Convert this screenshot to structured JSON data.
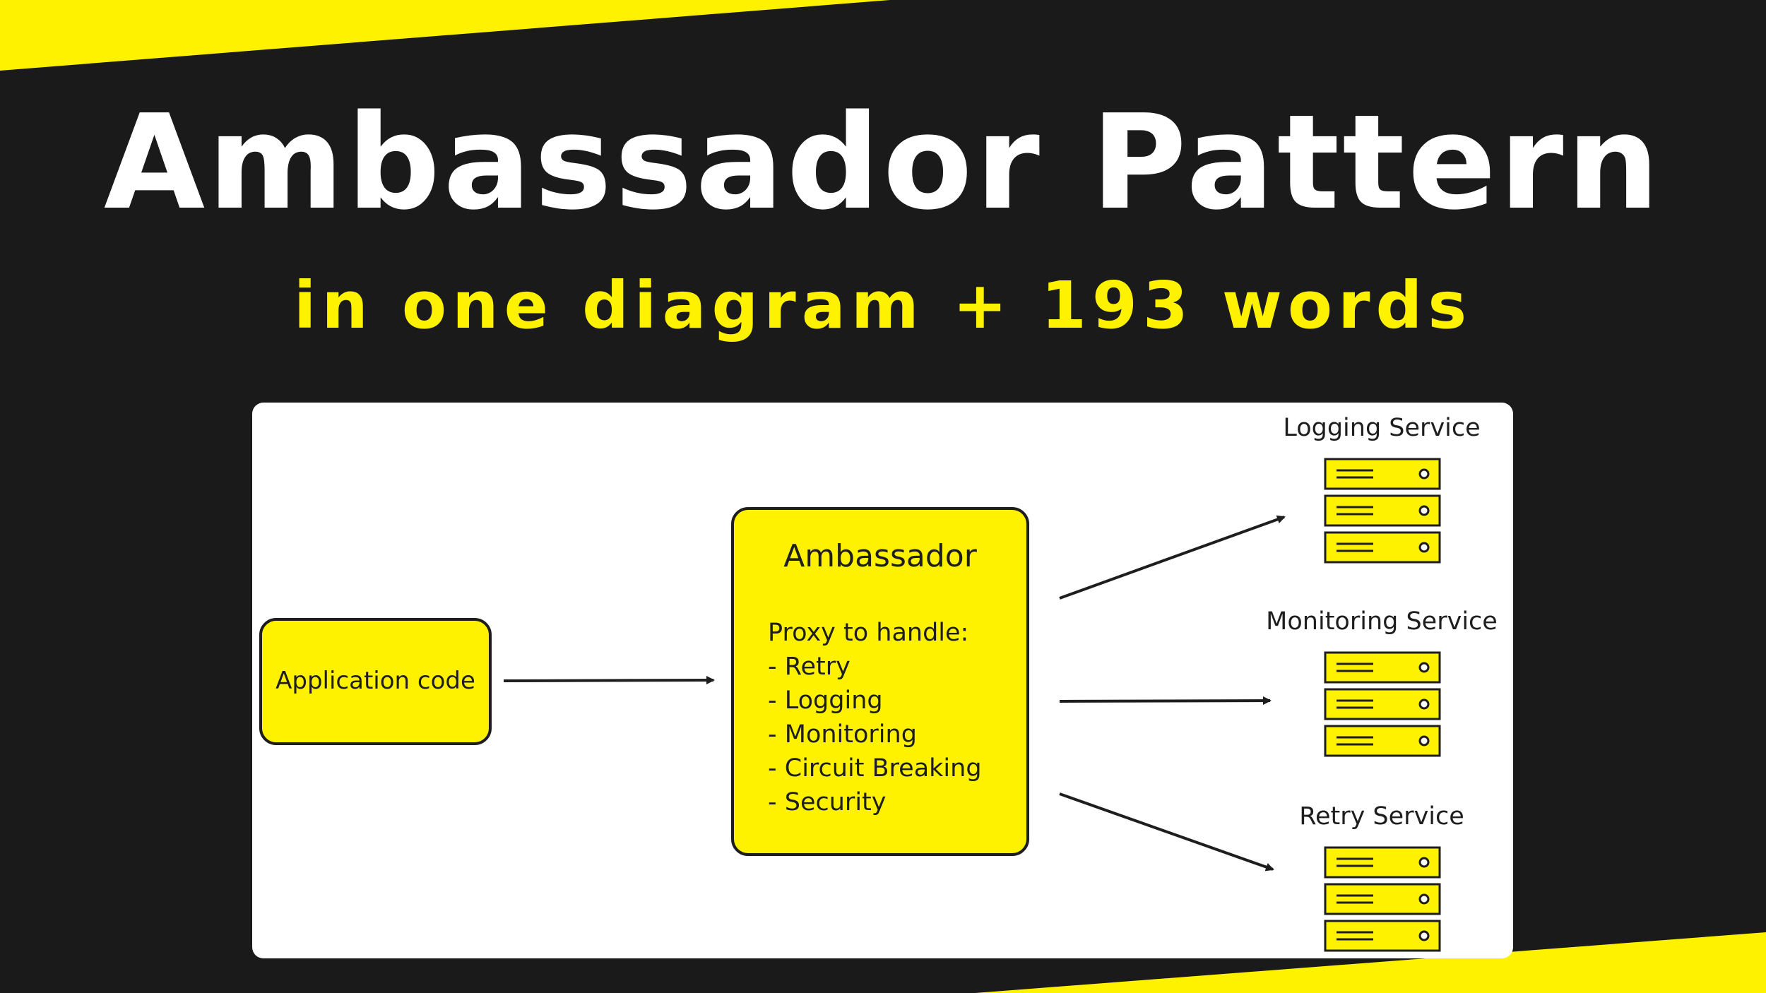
{
  "title": "Ambassador Pattern",
  "subtitle": "in one diagram + 193 words",
  "colors": {
    "background": "#1a1a1a",
    "accent": "#fff200",
    "panel": "#ffffff",
    "ink": "#1e1e1e"
  },
  "diagram": {
    "application": {
      "label": "Application code"
    },
    "ambassador": {
      "title": "Ambassador",
      "intro": "Proxy to handle:",
      "items": [
        "- Retry",
        "- Logging",
        "- Monitoring",
        "- Circuit Breaking",
        "- Security"
      ]
    },
    "services": [
      {
        "label": "Logging Service",
        "icon": "server-stack-icon"
      },
      {
        "label": "Monitoring Service",
        "icon": "server-stack-icon"
      },
      {
        "label": "Retry Service",
        "icon": "server-stack-icon"
      }
    ]
  }
}
